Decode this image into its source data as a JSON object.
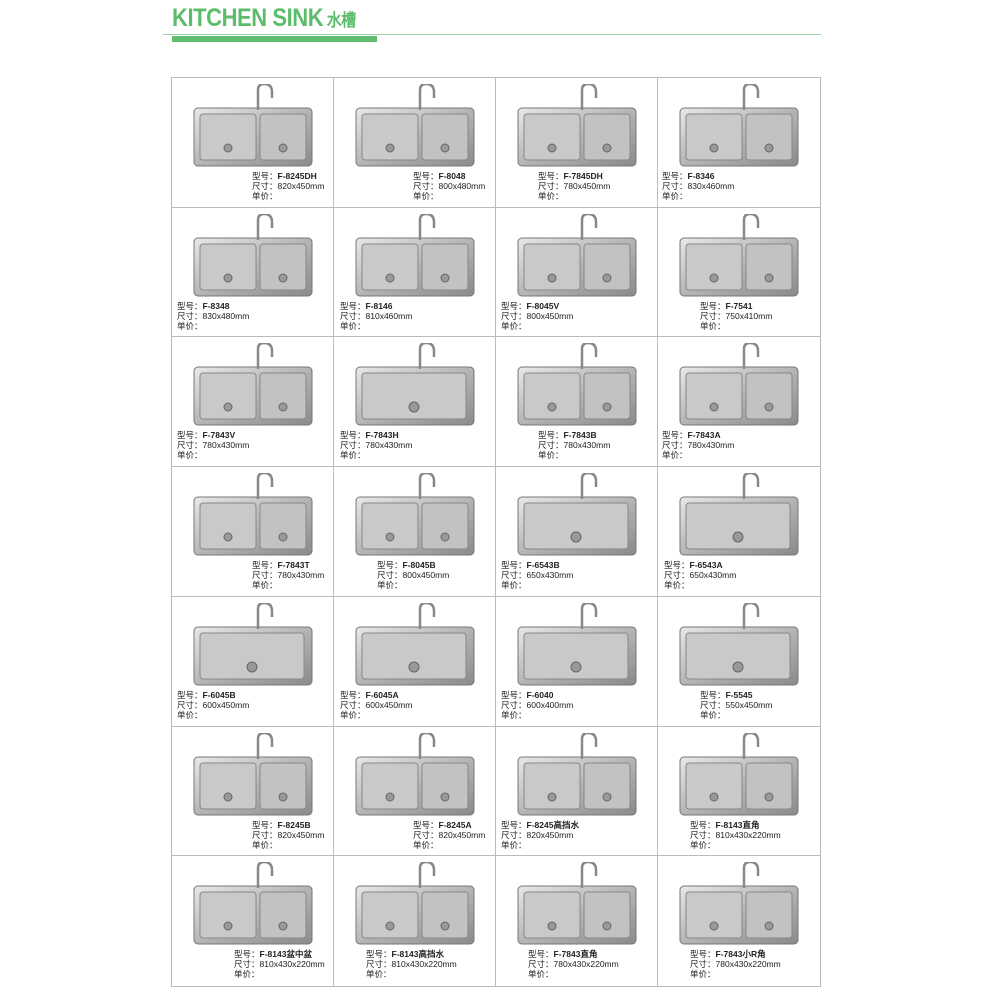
{
  "header": {
    "title": "KITCHEN SINK",
    "title_cn": "水槽"
  },
  "labels": {
    "model": "型号：",
    "size": "尺寸：",
    "price": "单价："
  },
  "products": [
    {
      "model": "F-8245DH",
      "size": "820x450mm",
      "bowls": 2
    },
    {
      "model": "F-8048",
      "size": "800x480mm",
      "bowls": 2
    },
    {
      "model": "F-7845DH",
      "size": "780x450mm",
      "bowls": 2
    },
    {
      "model": "F-8346",
      "size": "830x460mm",
      "bowls": 2
    },
    {
      "model": "F-8348",
      "size": "830x480mm",
      "bowls": 2
    },
    {
      "model": "F-8146",
      "size": "810x460mm",
      "bowls": 2
    },
    {
      "model": "F-8045V",
      "size": "800x450mm",
      "bowls": 2
    },
    {
      "model": "F-7541",
      "size": "750x410mm",
      "bowls": 2
    },
    {
      "model": "F-7843V",
      "size": "780x430mm",
      "bowls": 2
    },
    {
      "model": "F-7843H",
      "size": "780x430mm",
      "bowls": 1
    },
    {
      "model": "F-7843B",
      "size": "780x430mm",
      "bowls": 2
    },
    {
      "model": "F-7843A",
      "size": "780x430mm",
      "bowls": 2
    },
    {
      "model": "F-7843T",
      "size": "780x430mm",
      "bowls": 2
    },
    {
      "model": "F-8045B",
      "size": "800x450mm",
      "bowls": 2
    },
    {
      "model": "F-6543B",
      "size": "650x430mm",
      "bowls": 1
    },
    {
      "model": "F-6543A",
      "size": "650x430mm",
      "bowls": 1
    },
    {
      "model": "F-6045B",
      "size": "600x450mm",
      "bowls": 1
    },
    {
      "model": "F-6045A",
      "size": "600x450mm",
      "bowls": 1
    },
    {
      "model": "F-6040",
      "size": "600x400mm",
      "bowls": 1
    },
    {
      "model": "F-5545",
      "size": "550x450mm",
      "bowls": 1
    },
    {
      "model": "F-8245B",
      "size": "820x450mm",
      "bowls": 2
    },
    {
      "model": "F-8245A",
      "size": "820x450mm",
      "bowls": 2
    },
    {
      "model": "F-8245高挡水",
      "size": "820x450mm",
      "bowls": 2
    },
    {
      "model": "F-8143直角",
      "size": "810x430x220mm",
      "bowls": 2
    },
    {
      "model": "F-8143盆中盆",
      "size": "810x430x220mm",
      "bowls": 2
    },
    {
      "model": "F-8143高挡水",
      "size": "810x430x220mm",
      "bowls": 2
    },
    {
      "model": "F-7843直角",
      "size": "780x430x220mm",
      "bowls": 2
    },
    {
      "model": "F-7843小R角",
      "size": "780x430x220mm",
      "bowls": 2
    }
  ]
}
